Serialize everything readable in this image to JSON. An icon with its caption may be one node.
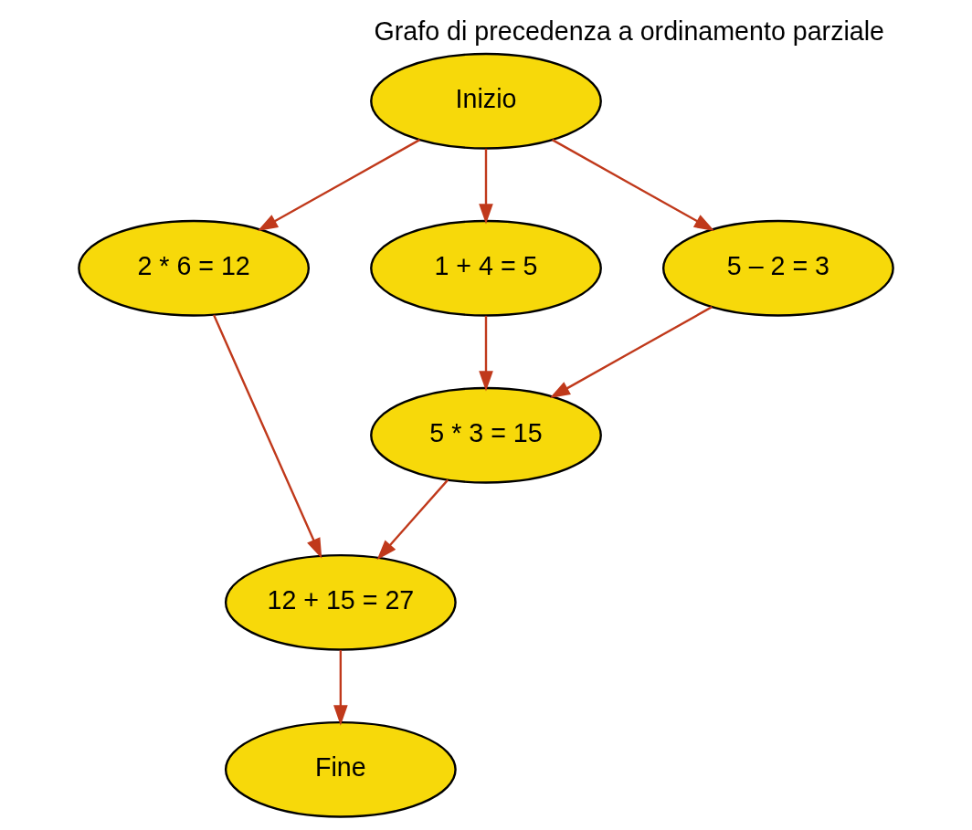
{
  "diagram": {
    "title": "Grafo di precedenza a ordinamento parziale",
    "nodes": [
      {
        "text": [
          "Inizio"
        ]
      },
      {
        "text": [
          "2 * 6 = 12"
        ]
      },
      {
        "text": [
          "1 + 4 = 5"
        ]
      },
      {
        "text": [
          "5 – 2 = 3"
        ]
      },
      {
        "text": [
          "5 * 3 = 15"
        ]
      },
      {
        "text": [
          "12 + 15 = 27"
        ]
      },
      {
        "text": [
          "Fine"
        ]
      }
    ],
    "edges": [
      {
        "from": 0,
        "to": 1,
        "arrow": "to"
      },
      {
        "from": 0,
        "to": 2,
        "arrow": "to"
      },
      {
        "from": 0,
        "to": 3,
        "arrow": "to"
      },
      {
        "from": 1,
        "to": 5,
        "arrow": "to"
      },
      {
        "from": 2,
        "to": 4,
        "arrow": "to"
      },
      {
        "from": 3,
        "to": 4,
        "arrow": "to"
      },
      {
        "from": 4,
        "to": 5,
        "arrow": "to"
      },
      {
        "from": 5,
        "to": 6,
        "arrow": "to"
      }
    ]
  }
}
